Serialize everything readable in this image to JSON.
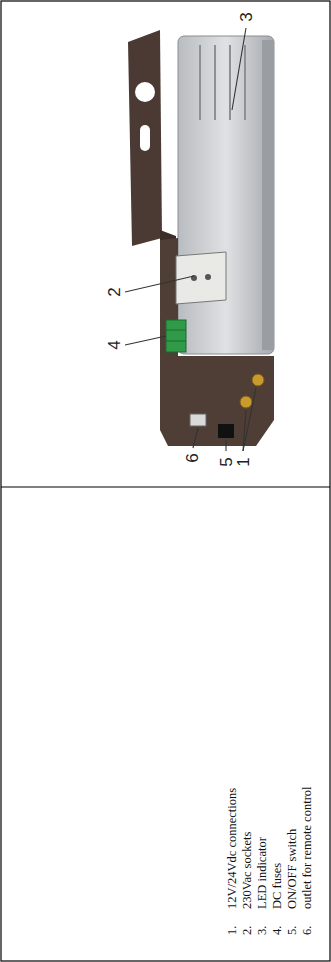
{
  "diagram": {
    "labels": [
      "3",
      "2",
      "4",
      "1",
      "5",
      "6",
      "1.",
      "12V/24Vdc connections",
      "2.",
      "230Vac sockets",
      "3.",
      "LED indicator",
      "4.",
      "DC fuses",
      "5.",
      "ON/OFF switch",
      "6.",
      "outlet for remote control"
    ]
  }
}
